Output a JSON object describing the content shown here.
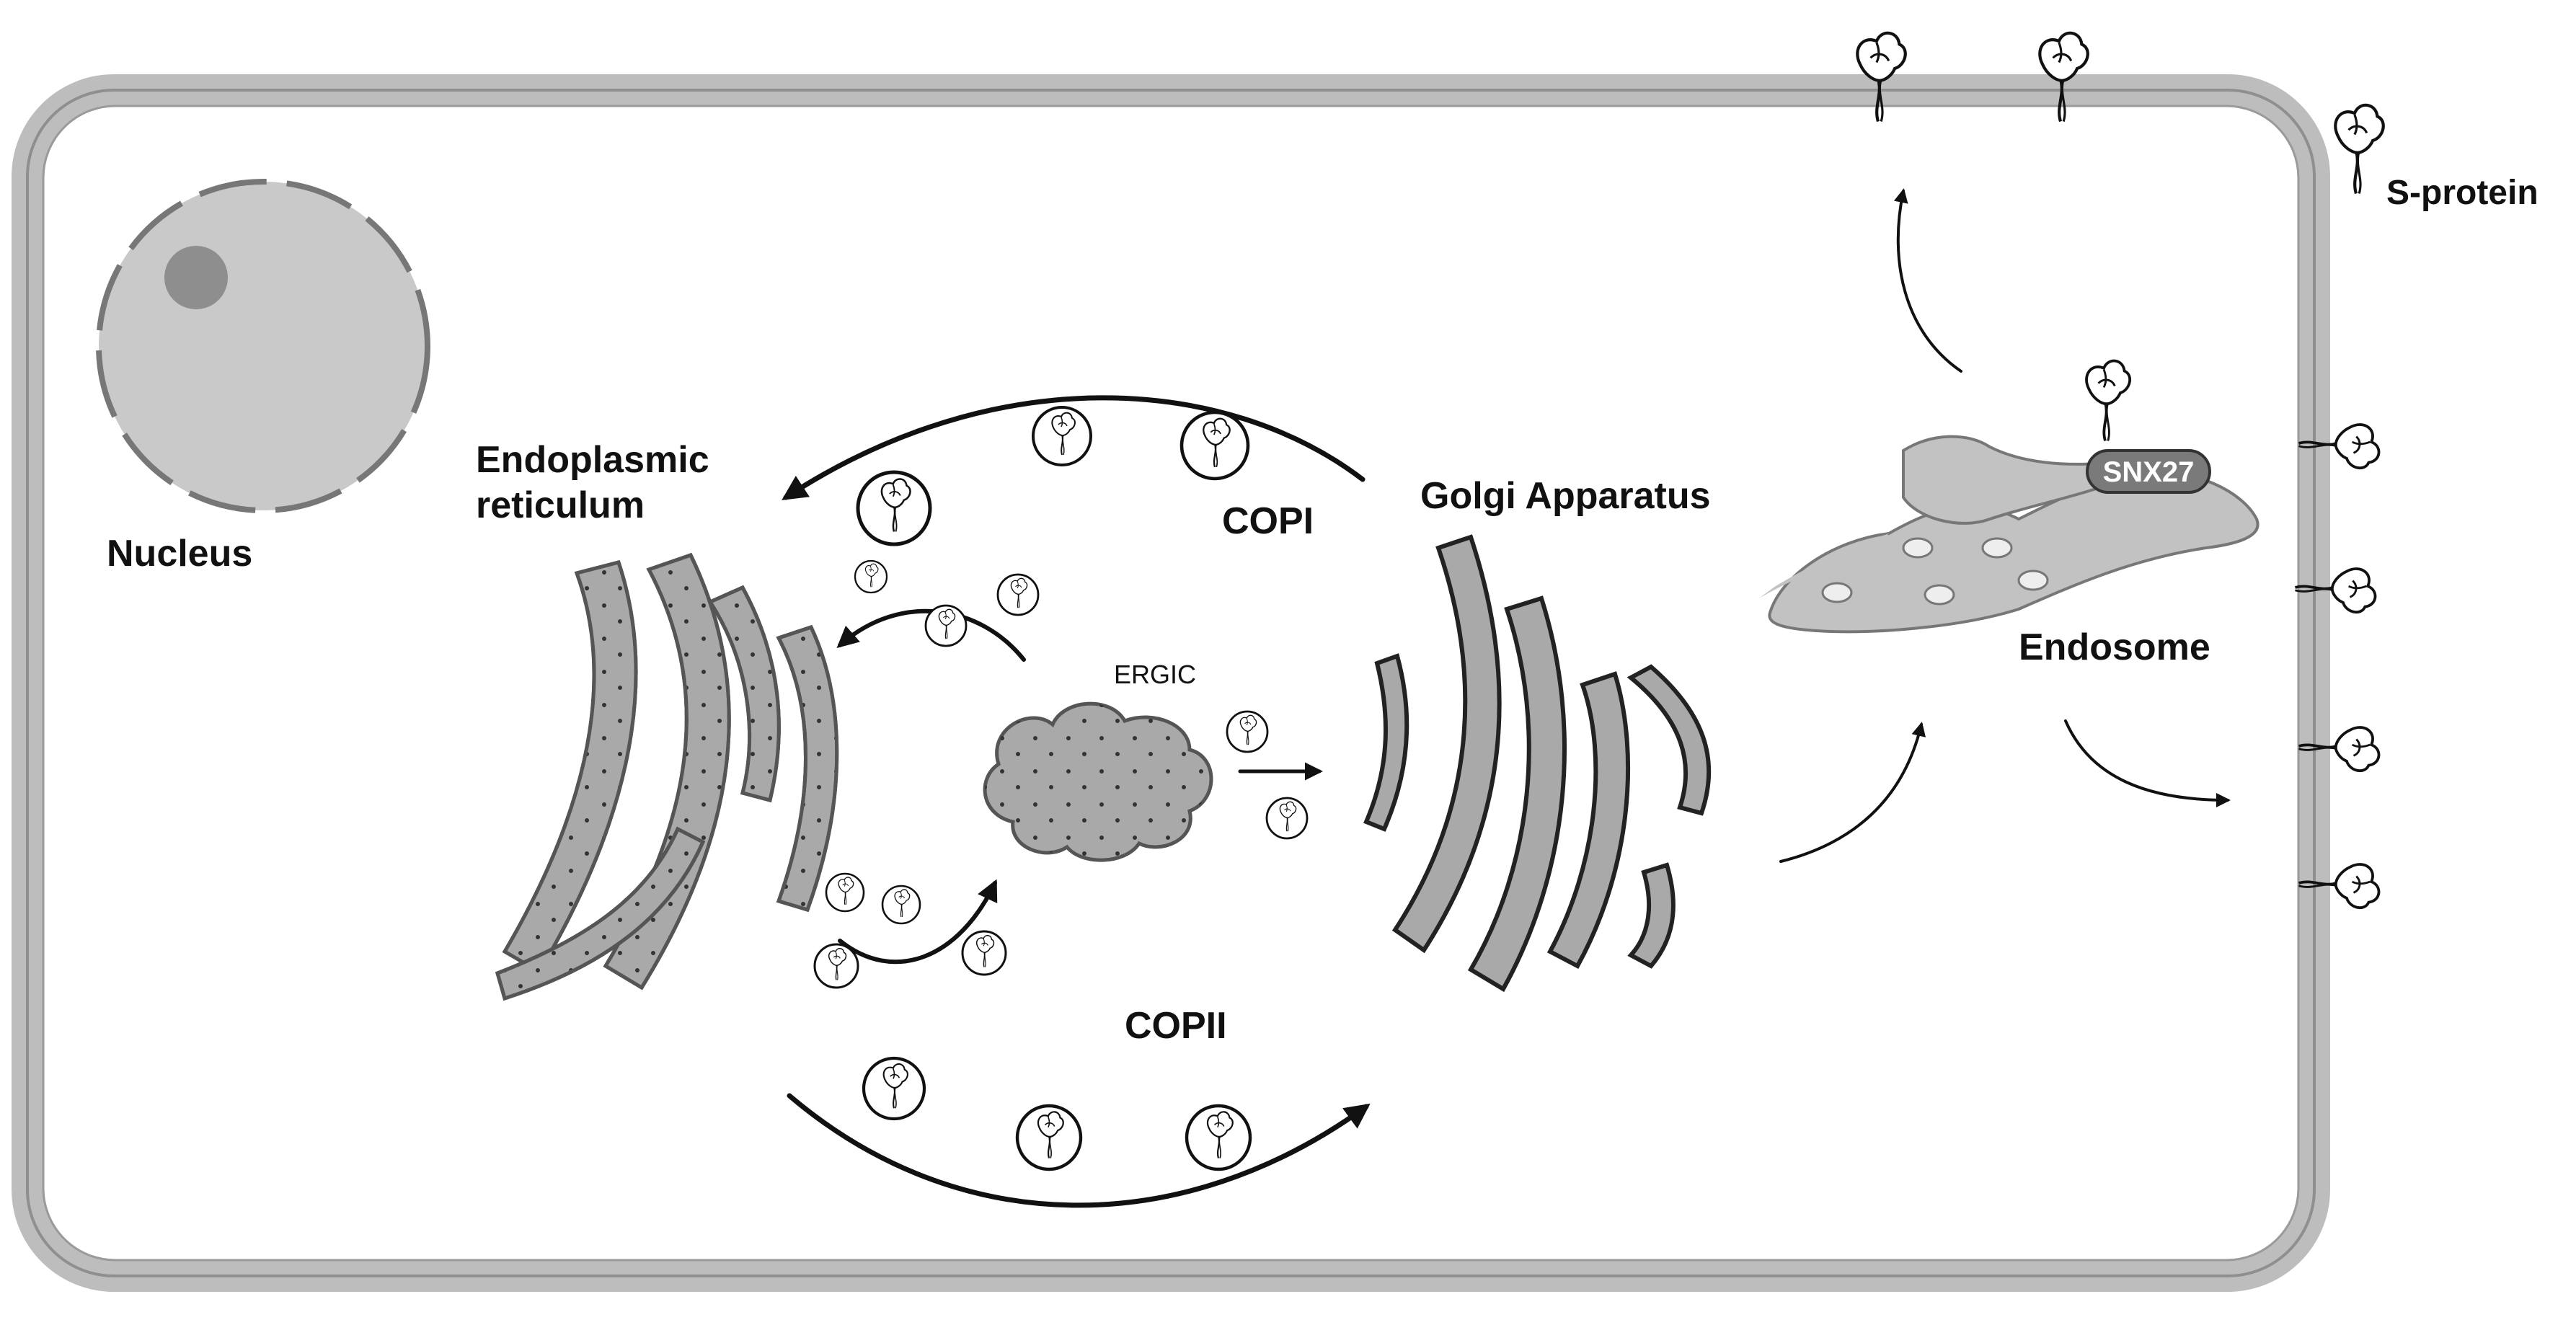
{
  "labels": {
    "nucleus": "Nucleus",
    "er_line1": "Endoplasmic",
    "er_line2": "reticulum",
    "copi": "COPI",
    "copii": "COPII",
    "ergic": "ERGIC",
    "golgi": "Golgi Apparatus",
    "endosome": "Endosome",
    "snx27": "SNX27",
    "s_protein": "S-protein"
  },
  "colors": {
    "membrane": "#b8b8b8",
    "membrane_inner": "#e6e6e6",
    "organelle_fill": "#a9a9a9",
    "nucleus_fill": "#c9c9c9",
    "nucleolus": "#8e8e8e",
    "endosome_fill": "#c2c2c2",
    "snx27_fill": "#7a7a7a",
    "arrow": "#111111",
    "text": "#111111"
  },
  "icons": {
    "spike": "s-protein-glyph",
    "vesicle": "vesicle-with-s-protein"
  }
}
